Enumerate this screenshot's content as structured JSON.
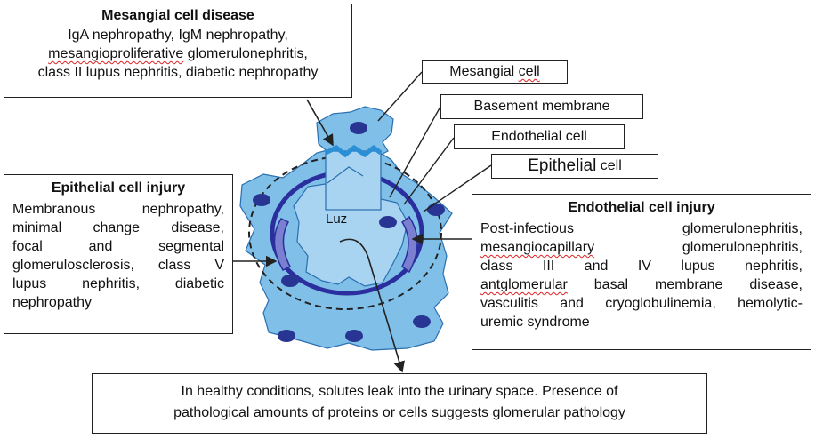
{
  "mesangial_box": {
    "title": "Mesangial cell disease",
    "line1": "IgA nephropathy, IgM nephropathy,",
    "line2_a": "mesangioproliferative",
    "line2_b": " glomerulonephritis,",
    "line3": "class II lupus nephritis, diabetic nephropathy"
  },
  "labels": {
    "mesangial_a": "Mesangial ",
    "mesangial_b": "cell",
    "basement": "Basement membrane",
    "endothelial": "Endothelial cell",
    "epithelial_a": "Epithelial",
    "epithelial_b": " cell",
    "luz": "Luz"
  },
  "epithelial_box": {
    "title": "Epithelial cell injury",
    "lines": [
      "Membranous nephropathy,",
      "minimal change disease,",
      "focal and segmental",
      "glomerulosclerosis, class V",
      "lupus nephritis, diabetic",
      "nephropathy"
    ]
  },
  "endothelial_box": {
    "title": "Endothelial cell injury",
    "line1": "Post-infectious glomerulonephritis,",
    "line2_a": "mesangiocapillary",
    "line2_b": " glomerulonephritis,",
    "line3": "class III and IV lupus nephritis,",
    "line4_a": "antglomerular",
    "line4_b": " basal membrane disease,",
    "line5": "vasculitis and cryoglobulinemia, hemolytic-",
    "line6": "uremic syndrome"
  },
  "bottom_box": {
    "line1": "In healthy conditions, solutes leak into the urinary space. Presence of",
    "line2": "pathological amounts of proteins or cells suggests glomerular pathology"
  },
  "colors": {
    "outer_fill": "#7fbfe8",
    "inner_fill": "#a8d4f2",
    "nucleus": "#283593",
    "membrane": "#2b2f9e",
    "podocyte": "#7a7fcf"
  }
}
